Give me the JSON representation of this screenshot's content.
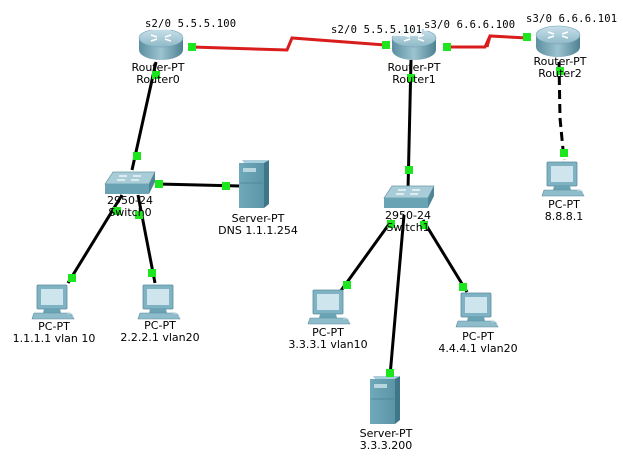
{
  "colors": {
    "serial_link": "#d91d1d",
    "ethernet_link": "#000000",
    "port_up": "#1ee61e",
    "device_body": "#6aa3b3"
  },
  "devices": {
    "router0": {
      "type": "Router-PT",
      "name": "Router0"
    },
    "router1": {
      "type": "Router-PT",
      "name": "Router1"
    },
    "router2": {
      "type": "Router-PT",
      "name": "Router2"
    },
    "switch0": {
      "type": "2950-24",
      "name": "Switch0"
    },
    "switch1": {
      "type": "2950-24",
      "name": "Switch1"
    },
    "server_dns": {
      "type": "Server-PT",
      "name": "DNS 1.1.1.254"
    },
    "server2": {
      "type": "Server-PT",
      "name": "3.3.3.200"
    },
    "pc1": {
      "type": "PC-PT",
      "name": "1.1.1.1 vlan 10"
    },
    "pc2": {
      "type": "PC-PT",
      "name": "2.2.2.1 vlan20"
    },
    "pc3": {
      "type": "PC-PT",
      "name": "3.3.3.1 vlan10"
    },
    "pc4": {
      "type": "PC-PT",
      "name": "4.4.4.1 vlan20"
    },
    "pc5": {
      "type": "PC-PT",
      "name": "8.8.8.1"
    }
  },
  "interface_labels": {
    "r0_s2": "s2/0 5.5.5.100",
    "r1_s2": "s2/0 5.5.5.101",
    "r1_s3": "s3/0 6.6.6.100",
    "r2_s3": "s3/0 6.6.6.101"
  },
  "links": [
    {
      "from": "router0",
      "to": "router1",
      "kind": "serial"
    },
    {
      "from": "router1",
      "to": "router2",
      "kind": "serial"
    },
    {
      "from": "router0",
      "to": "switch0",
      "kind": "ethernet"
    },
    {
      "from": "switch0",
      "to": "server_dns",
      "kind": "ethernet"
    },
    {
      "from": "switch0",
      "to": "pc1",
      "kind": "ethernet"
    },
    {
      "from": "switch0",
      "to": "pc2",
      "kind": "ethernet"
    },
    {
      "from": "router1",
      "to": "switch1",
      "kind": "ethernet"
    },
    {
      "from": "switch1",
      "to": "pc3",
      "kind": "ethernet"
    },
    {
      "from": "switch1",
      "to": "pc4",
      "kind": "ethernet"
    },
    {
      "from": "switch1",
      "to": "server2",
      "kind": "ethernet"
    },
    {
      "from": "router2",
      "to": "pc5",
      "kind": "crossover"
    }
  ]
}
